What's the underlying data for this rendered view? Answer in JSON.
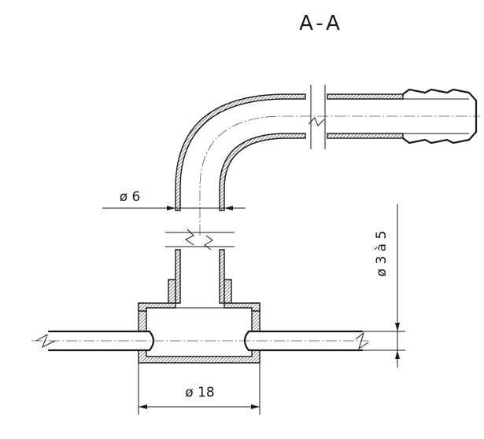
{
  "section_title": "A-A",
  "dimensions": {
    "outer_diameter": "ø 6",
    "wall_range": "ø 3 à 5",
    "base_diameter": "ø 18"
  }
}
